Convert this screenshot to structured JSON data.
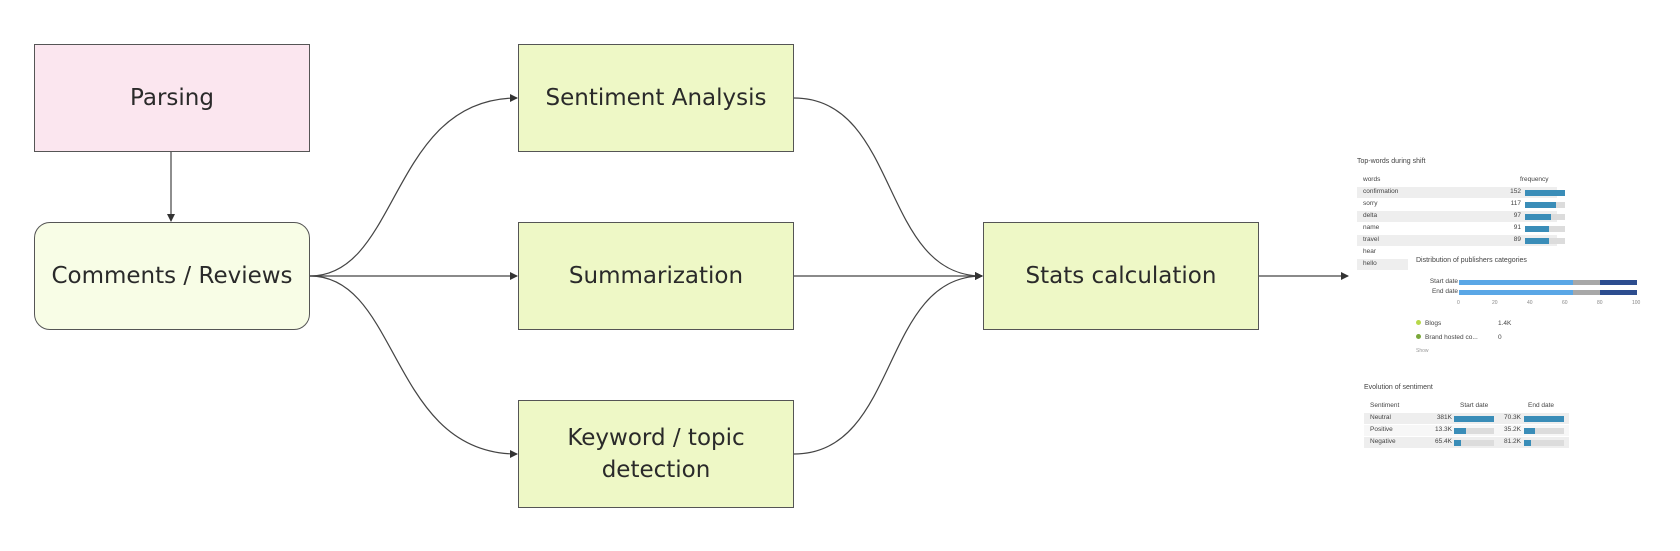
{
  "nodes": {
    "parsing": "Parsing",
    "comments": "Comments / Reviews",
    "sentiment": "Sentiment Analysis",
    "summarization": "Summarization",
    "keyword": "Keyword / topic detection",
    "stats": "Stats calculation"
  },
  "preview": {
    "topwords": {
      "title": "Top-words during shift",
      "col_words": "words",
      "col_freq": "frequency",
      "rows": [
        {
          "word": "confirmation",
          "value": "152",
          "fraction": 1.0
        },
        {
          "word": "sorry",
          "value": "117",
          "fraction": 0.77
        },
        {
          "word": "delta",
          "value": "97",
          "fraction": 0.64
        },
        {
          "word": "name",
          "value": "91",
          "fraction": 0.6
        },
        {
          "word": "travel",
          "value": "89",
          "fraction": 0.59
        },
        {
          "word": "hear",
          "value": "",
          "fraction": 0
        },
        {
          "word": "hello",
          "value": "",
          "fraction": 0
        }
      ]
    },
    "publishers": {
      "title": "Distribution of publishers categories",
      "rows": [
        "Start date",
        "End date"
      ],
      "ticks": [
        "0",
        "20",
        "40",
        "60",
        "80",
        "100"
      ],
      "legend": [
        {
          "label": "Blogs",
          "value": "1.4K",
          "color": "#b7d84a"
        },
        {
          "label": "Brand hosted co...",
          "value": "0",
          "color": "#7aa83a"
        }
      ],
      "more": "Show"
    },
    "sentiment": {
      "title": "Evolution of sentiment",
      "headers": [
        "Sentiment",
        "Start date",
        "End date"
      ],
      "rows": [
        {
          "label": "Neutral",
          "start": "381K",
          "end": "70.3K",
          "start_frac": 1.0,
          "end_frac": 1.0
        },
        {
          "label": "Positive",
          "start": "13.3K",
          "end": "35.2K",
          "start_frac": 0.3,
          "end_frac": 0.28
        },
        {
          "label": "Negative",
          "start": "65.4K",
          "end": "81.2K",
          "start_frac": 0.17,
          "end_frac": 0.18
        }
      ]
    }
  }
}
